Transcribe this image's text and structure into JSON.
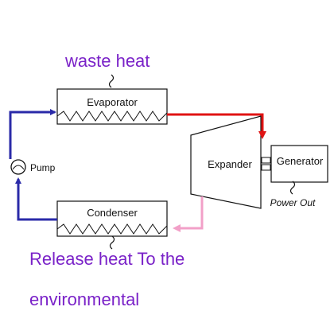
{
  "annotations": {
    "waste_heat": "waste heat",
    "release_line1": "Release heat To the",
    "release_line2": "environmental",
    "power_out": "Power Out"
  },
  "components": {
    "evaporator": "Evaporator",
    "condenser": "Condenser",
    "expander": "Expander",
    "generator": "Generator",
    "pump": "Pump"
  },
  "colors": {
    "annotation_text": "#7a22c8",
    "hot_line": "#e01414",
    "cold_line": "#f2a0c8",
    "pump_loop": "#2a2aa8"
  }
}
